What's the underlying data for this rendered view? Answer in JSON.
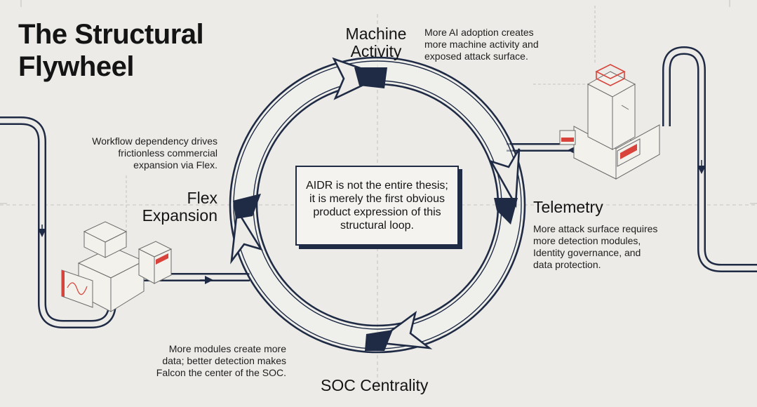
{
  "title_line1": "The Structural",
  "title_line2": "Flywheel",
  "center_text": "AIDR is not the entire thesis; it is merely the first obvious product expression of this structural loop.",
  "nodes": {
    "machine_activity": {
      "label_line1": "Machine",
      "label_line2": "Activity",
      "desc_lines": [
        "More AI adoption creates",
        "more machine activity and",
        "exposed attack surface."
      ]
    },
    "telemetry": {
      "label": "Telemetry",
      "desc_lines": [
        "More attack surface requires",
        "more detection modules,",
        "Identity governance, and",
        "data protection."
      ]
    },
    "soc_centrality": {
      "label": "SOC Centrality",
      "desc_lines": [
        "More modules create more",
        "data; better detection makes",
        "Falcon the center of the SOC."
      ]
    },
    "flex_expansion": {
      "label_line1": "Flex",
      "label_line2": "Expansion",
      "desc_lines": [
        "Workflow dependency drives",
        "frictionless commercial",
        "expansion via Flex."
      ]
    }
  },
  "colors": {
    "navy": "#1f2a44",
    "accent_red": "#d8443c",
    "background": "#ecebe7"
  }
}
